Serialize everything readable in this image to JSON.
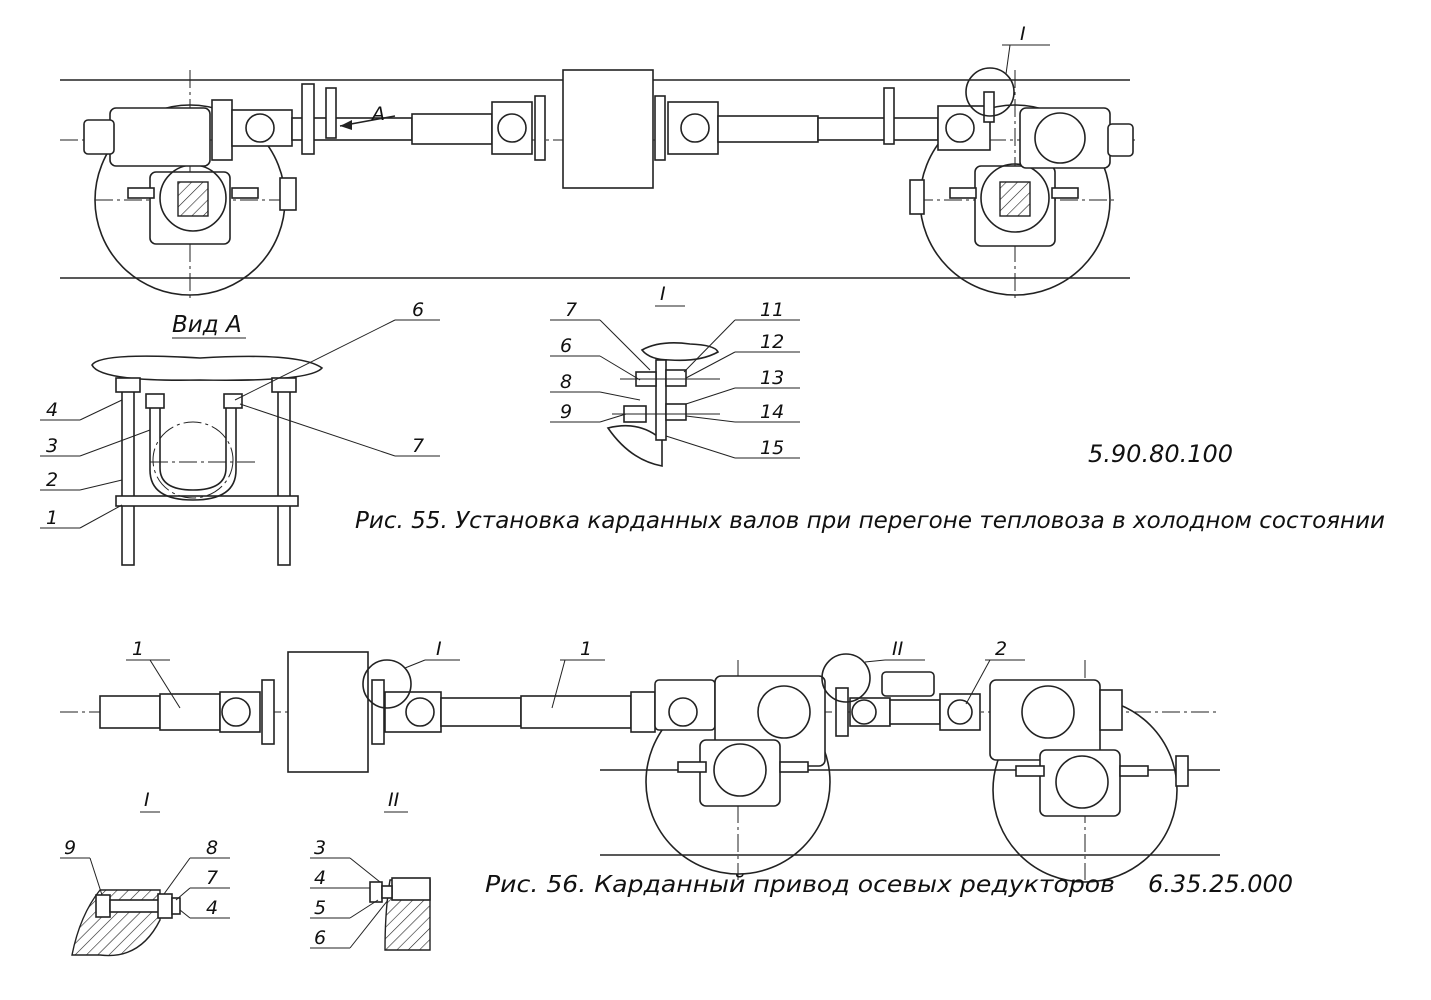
{
  "fig55": {
    "callout_marker": "I",
    "view_arrow_label": "A",
    "view_a_title": "Вид А",
    "view_a_callouts": [
      "4",
      "3",
      "2",
      "1",
      "6",
      "7"
    ],
    "detail_title": "I",
    "detail_left_callouts": [
      "7",
      "6",
      "8",
      "9"
    ],
    "detail_right_callouts": [
      "11",
      "12",
      "13",
      "14",
      "15"
    ],
    "doc_number": "5.90.80.100",
    "caption": "Рис. 55. Установка карданных валов при перегоне тепловоза в холодном состоянии"
  },
  "fig56": {
    "shaft_callout_left": "1",
    "shaft_callout_mid": "1",
    "marker_one": "I",
    "marker_two": "II",
    "gearbox_callout": "2",
    "detail_one_title": "I",
    "detail_two_title": "II",
    "detail_one_callouts": [
      "9",
      "8",
      "7",
      "4"
    ],
    "detail_two_callouts": [
      "3",
      "4",
      "5",
      "6"
    ],
    "caption": "Рис. 56. Карданный привод осевых редукторов",
    "doc_number": "6.35.25.000"
  }
}
